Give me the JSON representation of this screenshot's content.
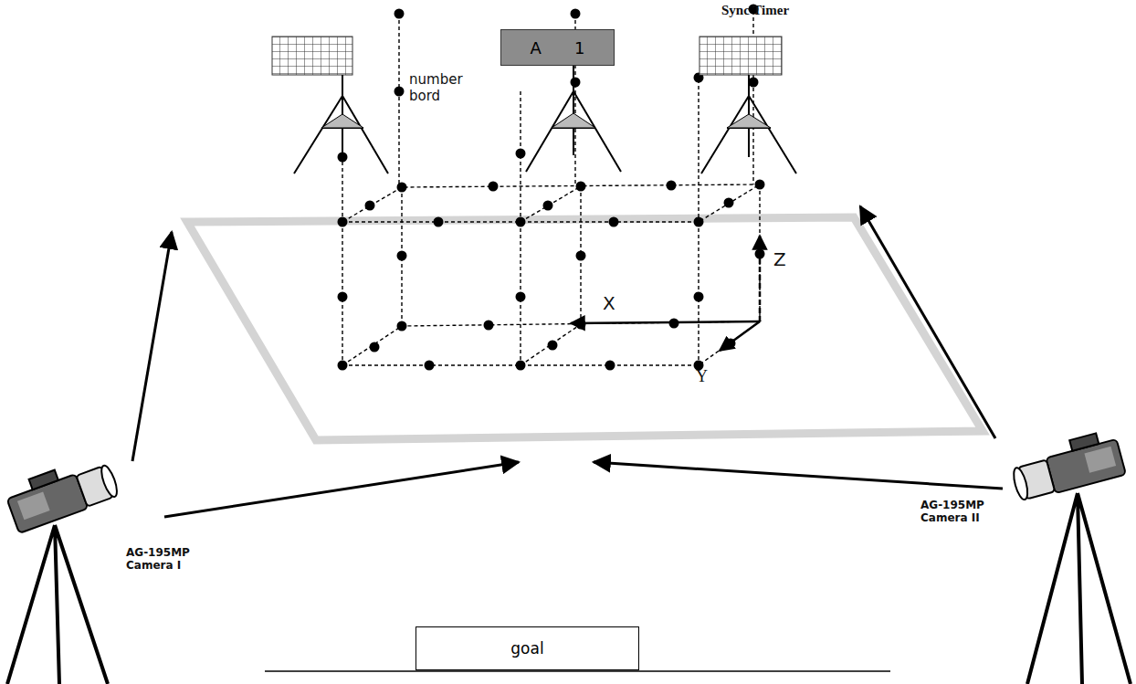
{
  "diagram": {
    "nodes": [
      {
        "text": [
          "A",
          "1"
        ]
      },
      {
        "text": [
          "goal"
        ]
      }
    ],
    "labels": [
      "Sync Timer",
      "number bord",
      "X",
      "Z",
      "Y",
      "AG-195MP Camera I",
      "AG-195MP Camera II"
    ]
  }
}
